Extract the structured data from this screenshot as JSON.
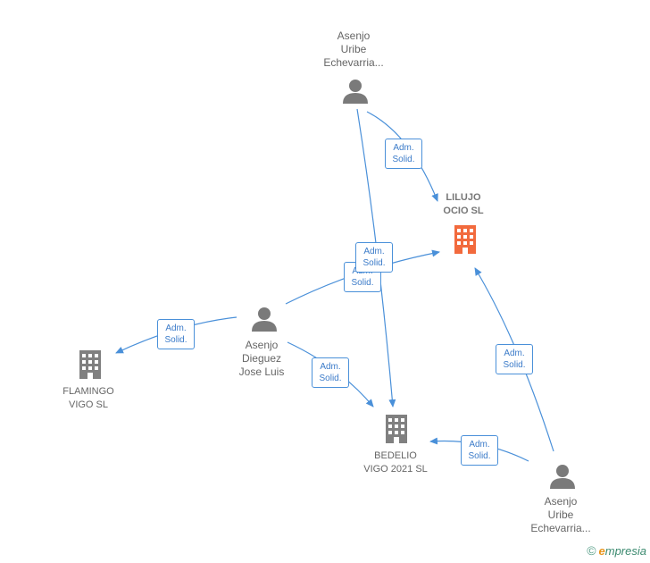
{
  "nodes": {
    "person_top": {
      "lines": [
        "Asenjo",
        "Uribe",
        "Echevarria..."
      ]
    },
    "lilujo": {
      "lines": [
        "LILUJO",
        "OCIO  SL"
      ]
    },
    "person_center": {
      "lines": [
        "Asenjo",
        "Dieguez",
        "Jose Luis"
      ]
    },
    "flamingo": {
      "lines": [
        "FLAMINGO",
        "VIGO SL"
      ]
    },
    "bedelio": {
      "lines": [
        "BEDELIO",
        "VIGO 2021  SL"
      ]
    },
    "person_bottom": {
      "lines": [
        "Asenjo",
        "Uribe",
        "Echevarria..."
      ]
    }
  },
  "edge_label": [
    "Adm.",
    "Solid."
  ],
  "colors": {
    "edge": "#4a90d9",
    "person_icon": "#7a7a7a",
    "company_icon": "#808080",
    "highlight_company_icon": "#f26a3d"
  },
  "watermark": {
    "copyright": "©",
    "brand_initial": "e",
    "brand_rest": "mpresia"
  }
}
